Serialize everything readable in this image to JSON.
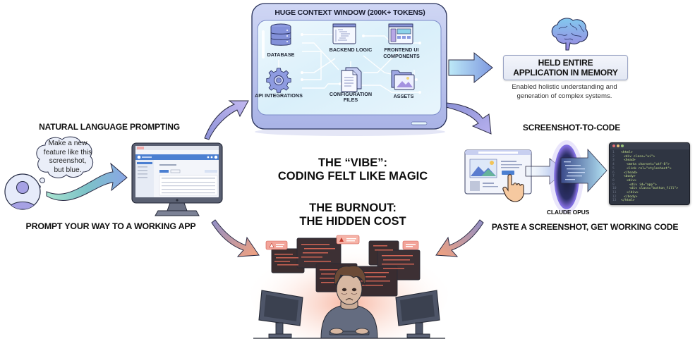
{
  "context_window": {
    "title": "HUGE CONTEXT WINDOW (200K+ TOKENS)",
    "nodes": [
      {
        "id": "database",
        "label": "DATABASE",
        "icon": "database-icon"
      },
      {
        "id": "backend",
        "label": "BACKEND LOGIC",
        "icon": "code-window-icon"
      },
      {
        "id": "frontend",
        "label_line1": "FRONTEND UI",
        "label_line2": "COMPONENTS",
        "icon": "layout-icon"
      },
      {
        "id": "api",
        "label": "API INTEGRATIONS",
        "icon": "gear-icon"
      },
      {
        "id": "config",
        "label_line1": "CONFIGURATION",
        "label_line2": "FILES",
        "icon": "document-icon"
      },
      {
        "id": "assets",
        "label": "ASSETS",
        "icon": "image-folder-icon"
      }
    ]
  },
  "memory": {
    "title_line1": "HELD ENTIRE",
    "title_line2": "APPLICATION IN MEMORY",
    "desc_line1": "Enabled holistic understanding and",
    "desc_line2": "generation of complex systems.",
    "icon": "brain-icon"
  },
  "prompting": {
    "heading": "NATURAL LANGUAGE PROMPTING",
    "bubble_lines": [
      "Make a new",
      "feature like this",
      "screenshot,",
      "but blue."
    ],
    "caption": "PROMPT YOUR WAY TO A WORKING APP"
  },
  "center": {
    "vibe_line1": "THE “VIBE”:",
    "vibe_line2": "CODING FELT LIKE MAGIC",
    "burnout_line1": "THE BURNOUT:",
    "burnout_line2": "THE HIDDEN COST"
  },
  "screenshot_to_code": {
    "heading": "SCREENSHOT-TO-CODE",
    "portal_label": "CLAUDE OPUS",
    "caption": "PASTE A SCREENSHOT, GET WORKING CODE",
    "code_lines": [
      "<html>",
      "<div class=\"ui\">",
      "<head>",
      "<meta charset=\"utf-8\">",
      "<link rel=\"stylesheet\">",
      "</head>",
      "<body>",
      "<div>",
      "<div id=\"app\">",
      "<div class=\"button_fill\">",
      "</div>",
      "</body>",
      "</html>"
    ]
  },
  "colors": {
    "arrow_purple": "#a8a6e6",
    "arrow_blue": "#7f9ce0",
    "arrow_orange": "#f0a27e",
    "panel_bg": "#e6f3fb",
    "panel_frame": "#b7c3ec",
    "code_bg": "#2e3440",
    "burnout_red": "#e2604d"
  }
}
